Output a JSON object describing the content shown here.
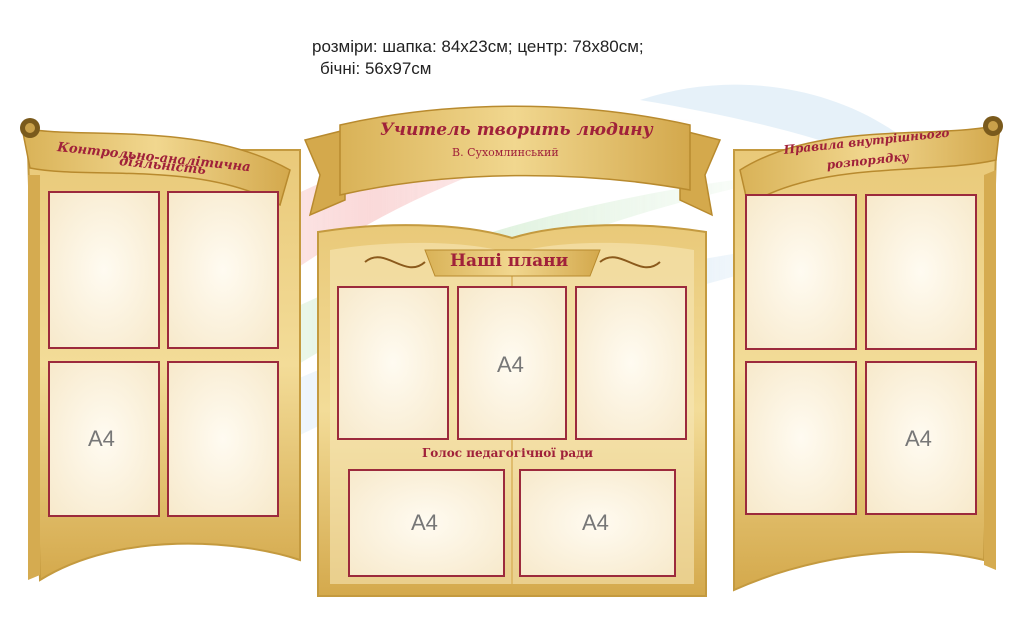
{
  "sizes": {
    "line1": "розміри: шапка: 84х23см; центр: 78х80см;",
    "line2": "бічні: 56х97см"
  },
  "header": {
    "title": "Учитель творить людину",
    "author": "В. Сухомлинський"
  },
  "left_panel": {
    "title_line1": "Контрольно-аналітична",
    "title_line2": "діяльність",
    "pocket_label": "А4"
  },
  "center_panel": {
    "title": "Наші плани",
    "section_title": "Голос педагогічної ради",
    "pocket_label_top": "А4",
    "pocket_label_bottom_left": "А4",
    "pocket_label_bottom_right": "А4"
  },
  "right_panel": {
    "title_line1": "Правила внутрішнього",
    "title_line2": "розпорядку",
    "pocket_label": "А4"
  },
  "colors": {
    "gold_light": "#f7e6ad",
    "gold": "#dcb85b",
    "gold_dark": "#b88a2e",
    "maroon": "#a0213a"
  }
}
